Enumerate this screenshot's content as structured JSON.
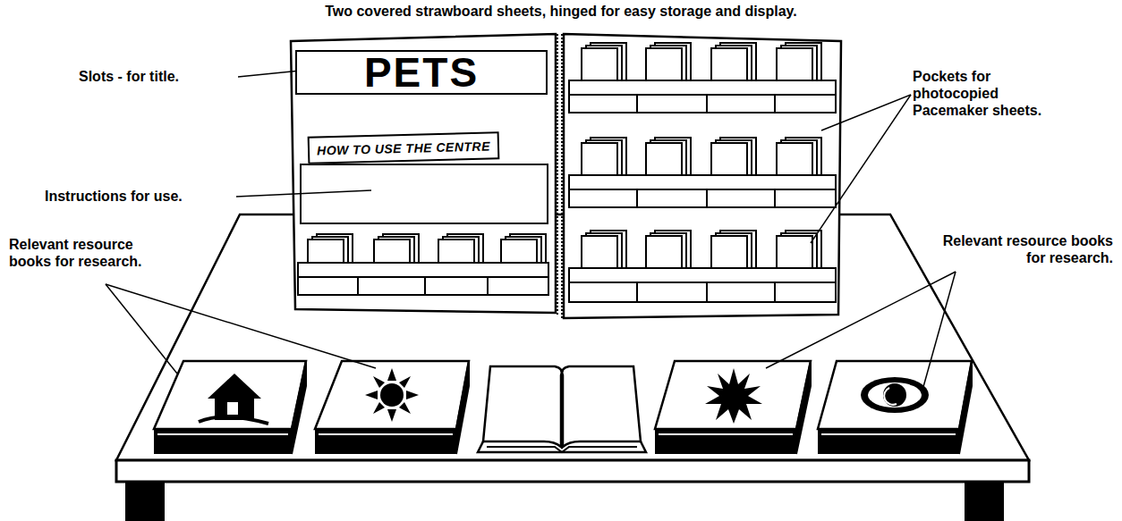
{
  "diagram": {
    "title": "Two covered strawboard sheets, hinged for easy storage and display.",
    "nodes": [
      {
        "text": [
          "PETS"
        ]
      },
      {
        "text": [
          "HOW TO USE THE CENTRE"
        ]
      }
    ],
    "labels": [
      "Slots - for title.",
      "Pockets for photocopied Pacemaker sheets.",
      "Instructions for use.",
      "Relevant resource books for research.",
      "Relevant resource books for research."
    ]
  }
}
